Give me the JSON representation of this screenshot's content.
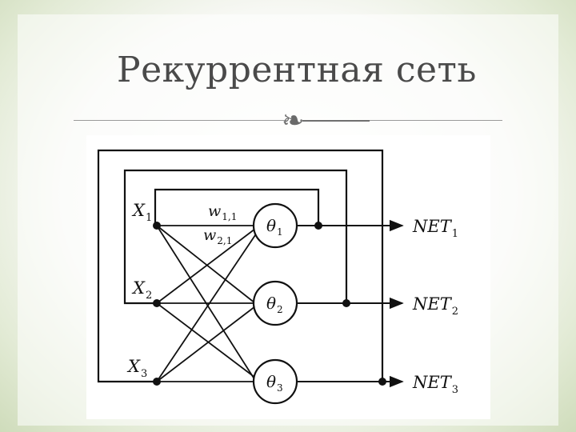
{
  "slide": {
    "title": "Рекуррентная сеть",
    "ornament": "❧"
  },
  "diagram": {
    "inputs": [
      {
        "label": "X",
        "sub": "1"
      },
      {
        "label": "X",
        "sub": "2"
      },
      {
        "label": "X",
        "sub": "3"
      }
    ],
    "weights": [
      {
        "label": "w",
        "sub": "1,1"
      },
      {
        "label": "w",
        "sub": "2,1"
      }
    ],
    "neurons": [
      {
        "label": "θ",
        "sub": "1"
      },
      {
        "label": "θ",
        "sub": "2"
      },
      {
        "label": "θ",
        "sub": "3"
      }
    ],
    "outputs": [
      {
        "label": "NET",
        "sub": "1"
      },
      {
        "label": "NET",
        "sub": "2"
      },
      {
        "label": "NET",
        "sub": "3"
      }
    ]
  }
}
